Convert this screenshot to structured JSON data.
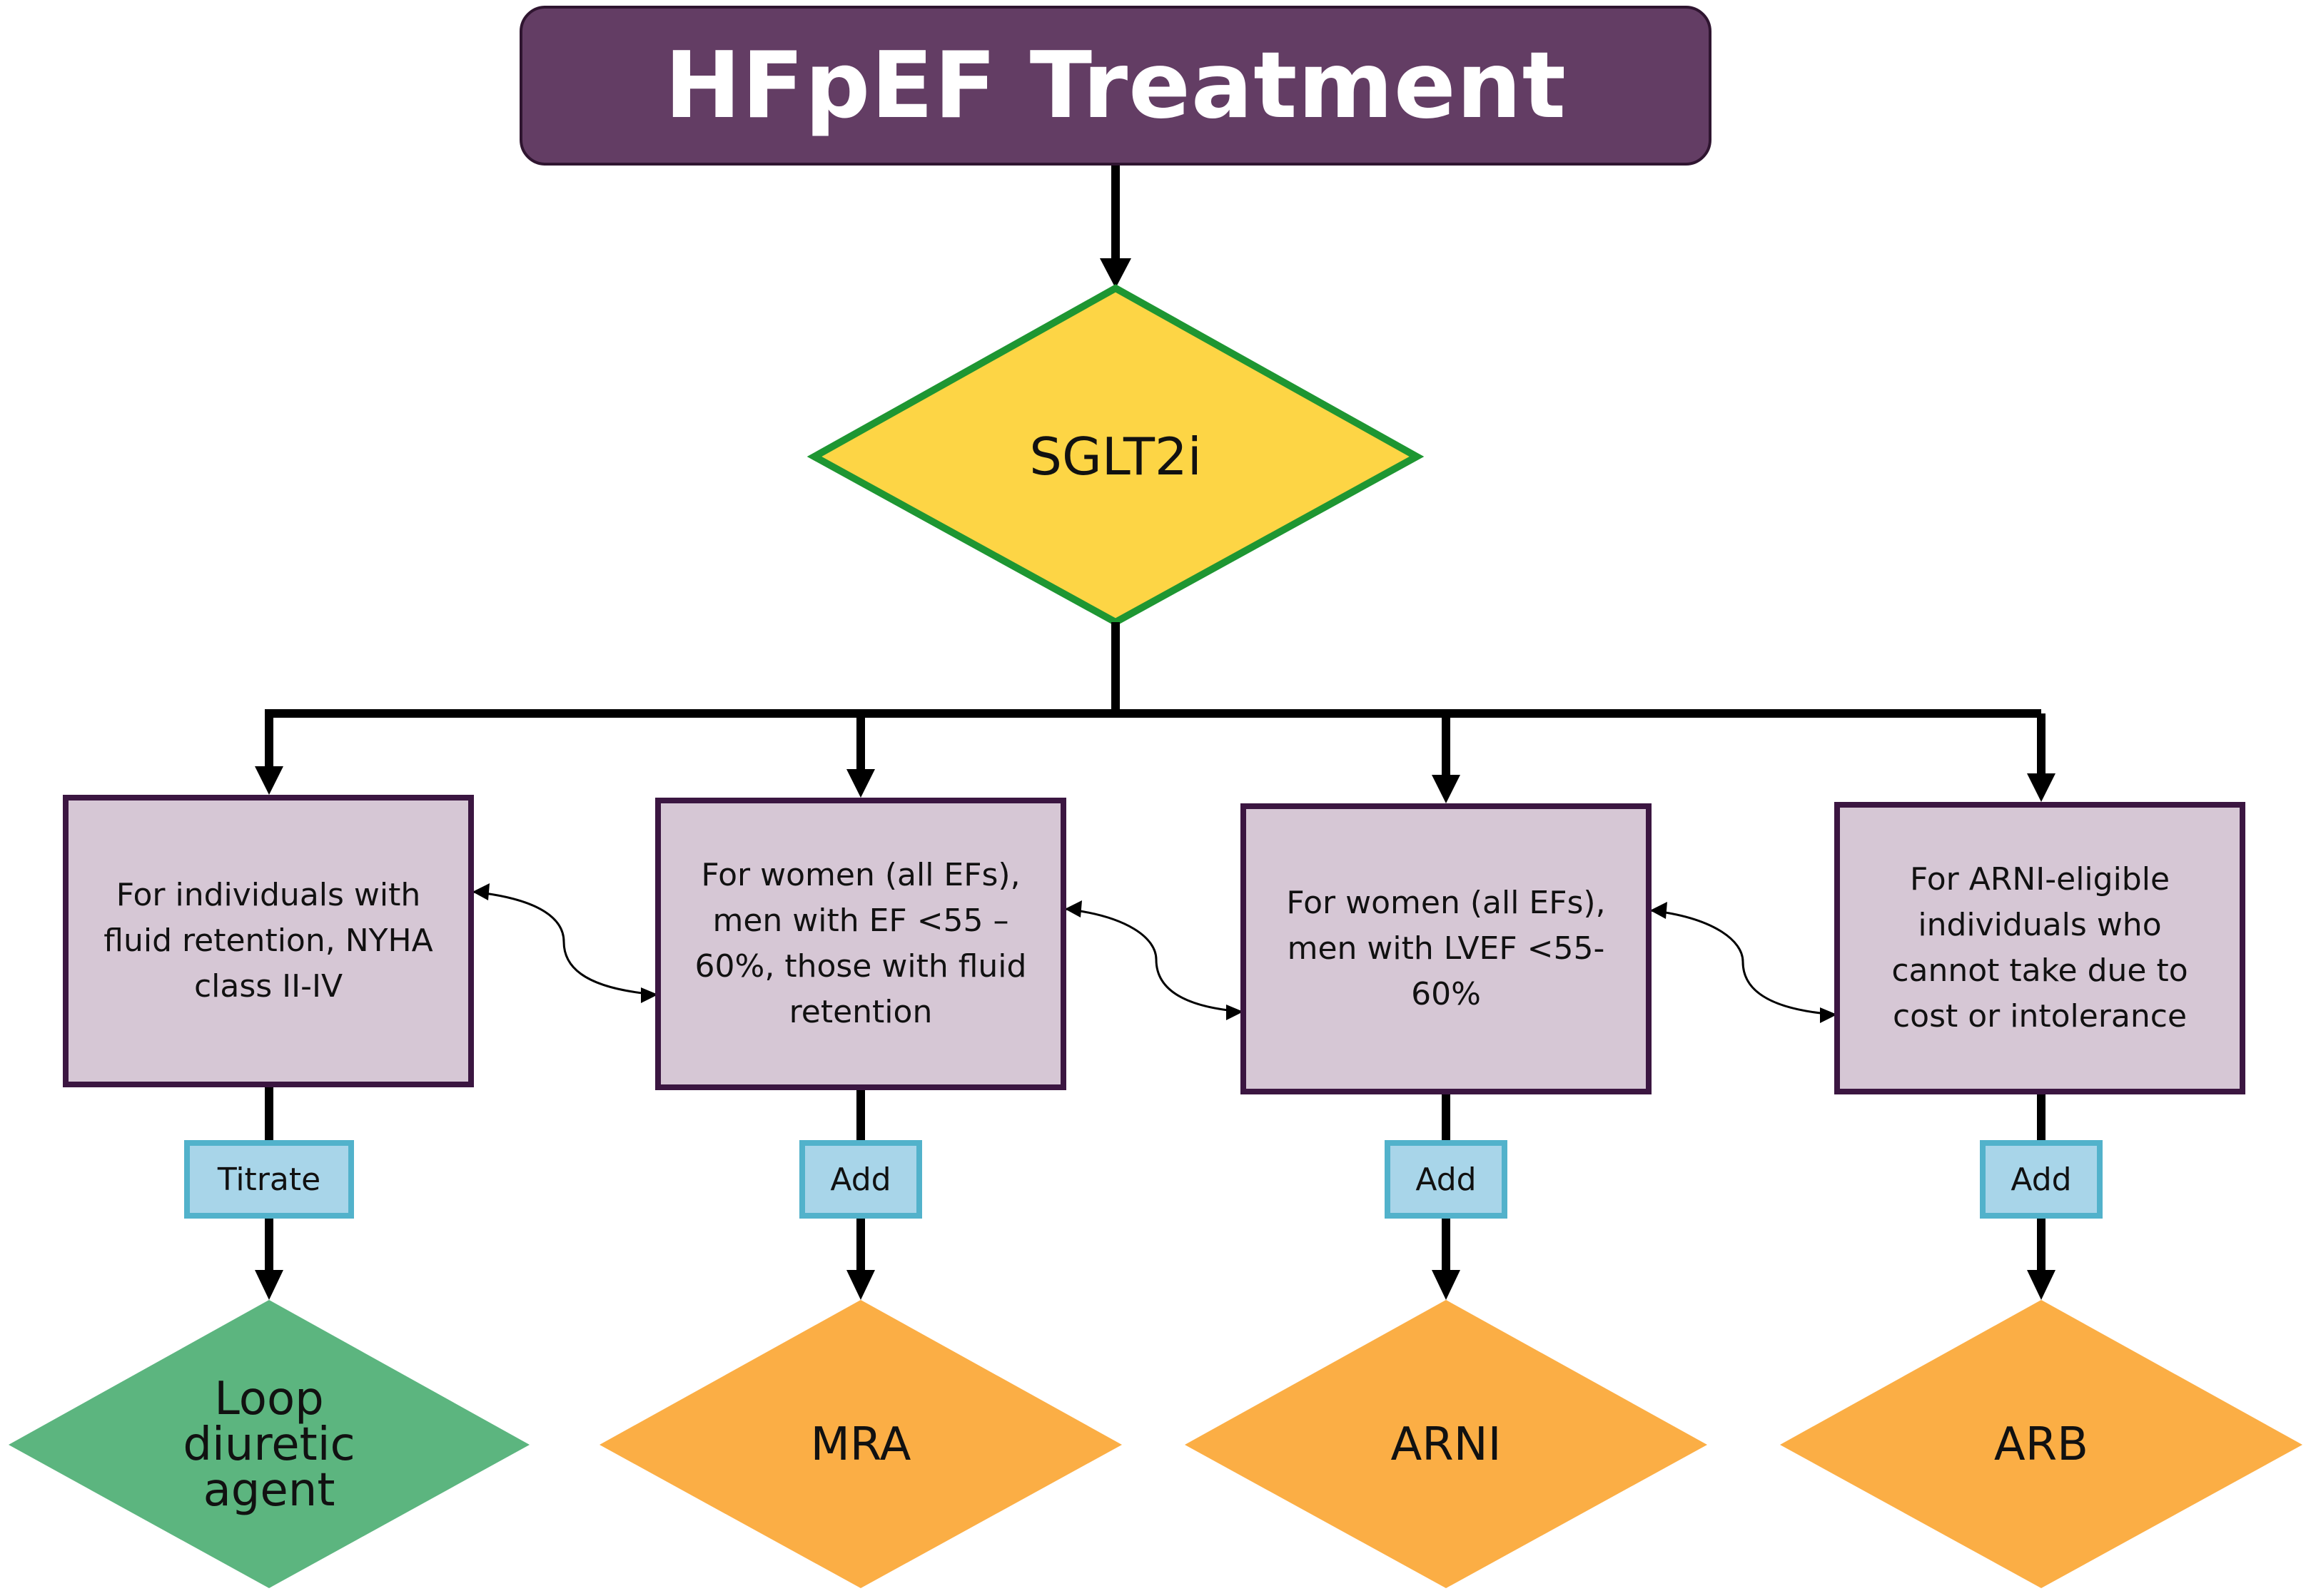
{
  "title": "HFpEF Treatment",
  "first_step": "SGLT2i",
  "branches": [
    {
      "condition": "For individuals with fluid retention, NYHA class II-IV",
      "action": "Titrate",
      "drug": "Loop diuretic agent",
      "drug_color": "#5cb57f"
    },
    {
      "condition": "For women (all EFs), men with EF <55 – 60%, those with fluid retention",
      "action": "Add",
      "drug": "MRA",
      "drug_color": "#fbae45"
    },
    {
      "condition": "For women (all EFs), men with LVEF <55-60%",
      "action": "Add",
      "drug": "ARNI",
      "drug_color": "#fbae45"
    },
    {
      "condition": "For ARNI-eligible individuals who cannot take due to cost or intolerance",
      "action": "Add",
      "drug": "ARB",
      "drug_color": "#fbae45"
    }
  ],
  "colors": {
    "title_bg": "#633d64",
    "decision_fill": "#fdd545",
    "decision_stroke": "#1e9632",
    "condition_fill": "#d6c7d5",
    "condition_border": "#3b1641",
    "action_fill": "#a8d5e9",
    "action_border": "#52b2cb"
  }
}
